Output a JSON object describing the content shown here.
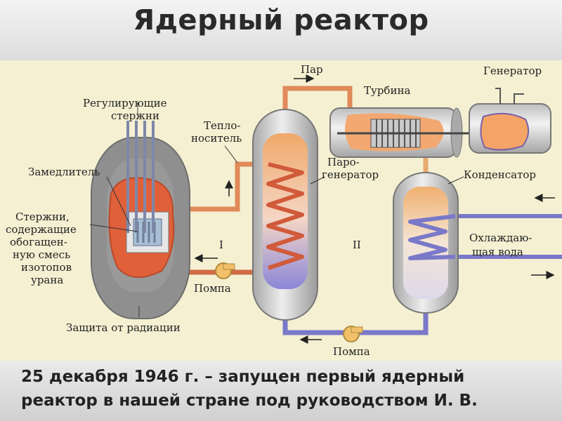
{
  "title": "Ядерный реактор",
  "labels": {
    "steam": "Пар",
    "turbine": "Турбина",
    "generator": "Генератор",
    "control_rods": [
      "Регулирующие",
      "стержни"
    ],
    "coolant": [
      "Тепло-",
      "носитель"
    ],
    "moderator": "Замедлитель",
    "fuel_rods": [
      "Стержни,",
      "содержащие",
      "обогащен-",
      "ную смесь",
      "изотопов",
      "урана"
    ],
    "steam_generator": [
      "Паро-",
      "генератор"
    ],
    "condenser": "Конденсатор",
    "cooling_water": [
      "Охлаждаю-",
      "щая вода"
    ],
    "loop_1": "I",
    "loop_2": "II",
    "pump_1": "Помпа",
    "pump_2": "Помпа",
    "radiation_shield": "Защита от радиации"
  },
  "caption": {
    "line1": "25 декабря 1946 г. – запущен первый ядерный",
    "line2": "реактор в нашей стране под руководством И. В."
  },
  "colors": {
    "background": "#f5f0d2",
    "reactor_shell": "#8a8a8a",
    "reactor_core": "#e0603a",
    "hot_pipe": "#e08a5a",
    "cold_pipe": "#7a78c8",
    "vessel": "#c9c9c9"
  }
}
